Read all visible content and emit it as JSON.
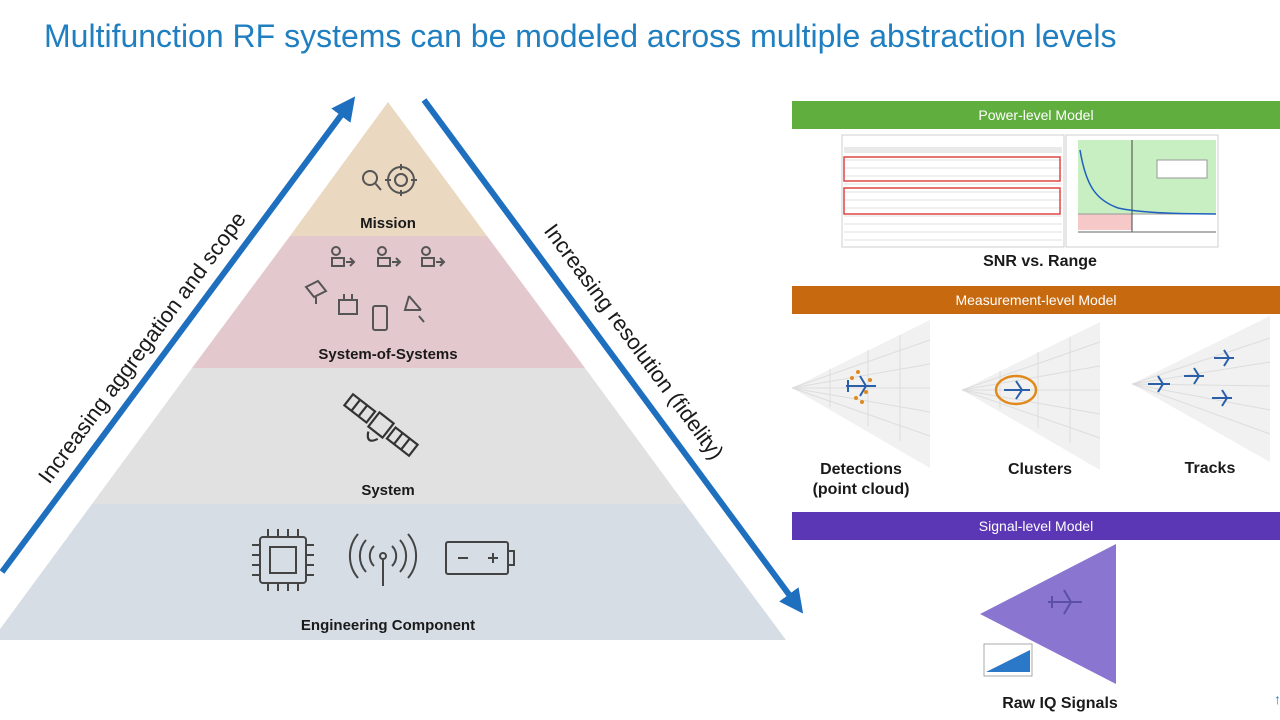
{
  "slide": {
    "title": "Multifunction RF systems can be modeled across multiple abstraction levels"
  },
  "pyramid": {
    "levels": [
      {
        "label": "Mission",
        "color": "#ead8c0"
      },
      {
        "label": "System-of-Systems",
        "color": "#e3c8cd"
      },
      {
        "label": "System",
        "color": "#e1e1e1"
      },
      {
        "label": "Engineering Component",
        "color": "#d6dde5"
      }
    ],
    "left_arrow_label": "Increasing aggregation and scope",
    "right_arrow_label": "Increasing resolution (fidelity)",
    "arrow_color": "#1f6fbf"
  },
  "models": {
    "power": {
      "title": "Power-level Model",
      "color": "#5fae3e",
      "caption": "SNR vs. Range"
    },
    "measurement": {
      "title": "Measurement-level Model",
      "color": "#c7690f",
      "captions": [
        "Detections\n(point cloud)",
        "Clusters",
        "Tracks"
      ]
    },
    "signal": {
      "title": "Signal-level Model",
      "color": "#5b37b5",
      "caption": "Raw IQ Signals"
    }
  }
}
